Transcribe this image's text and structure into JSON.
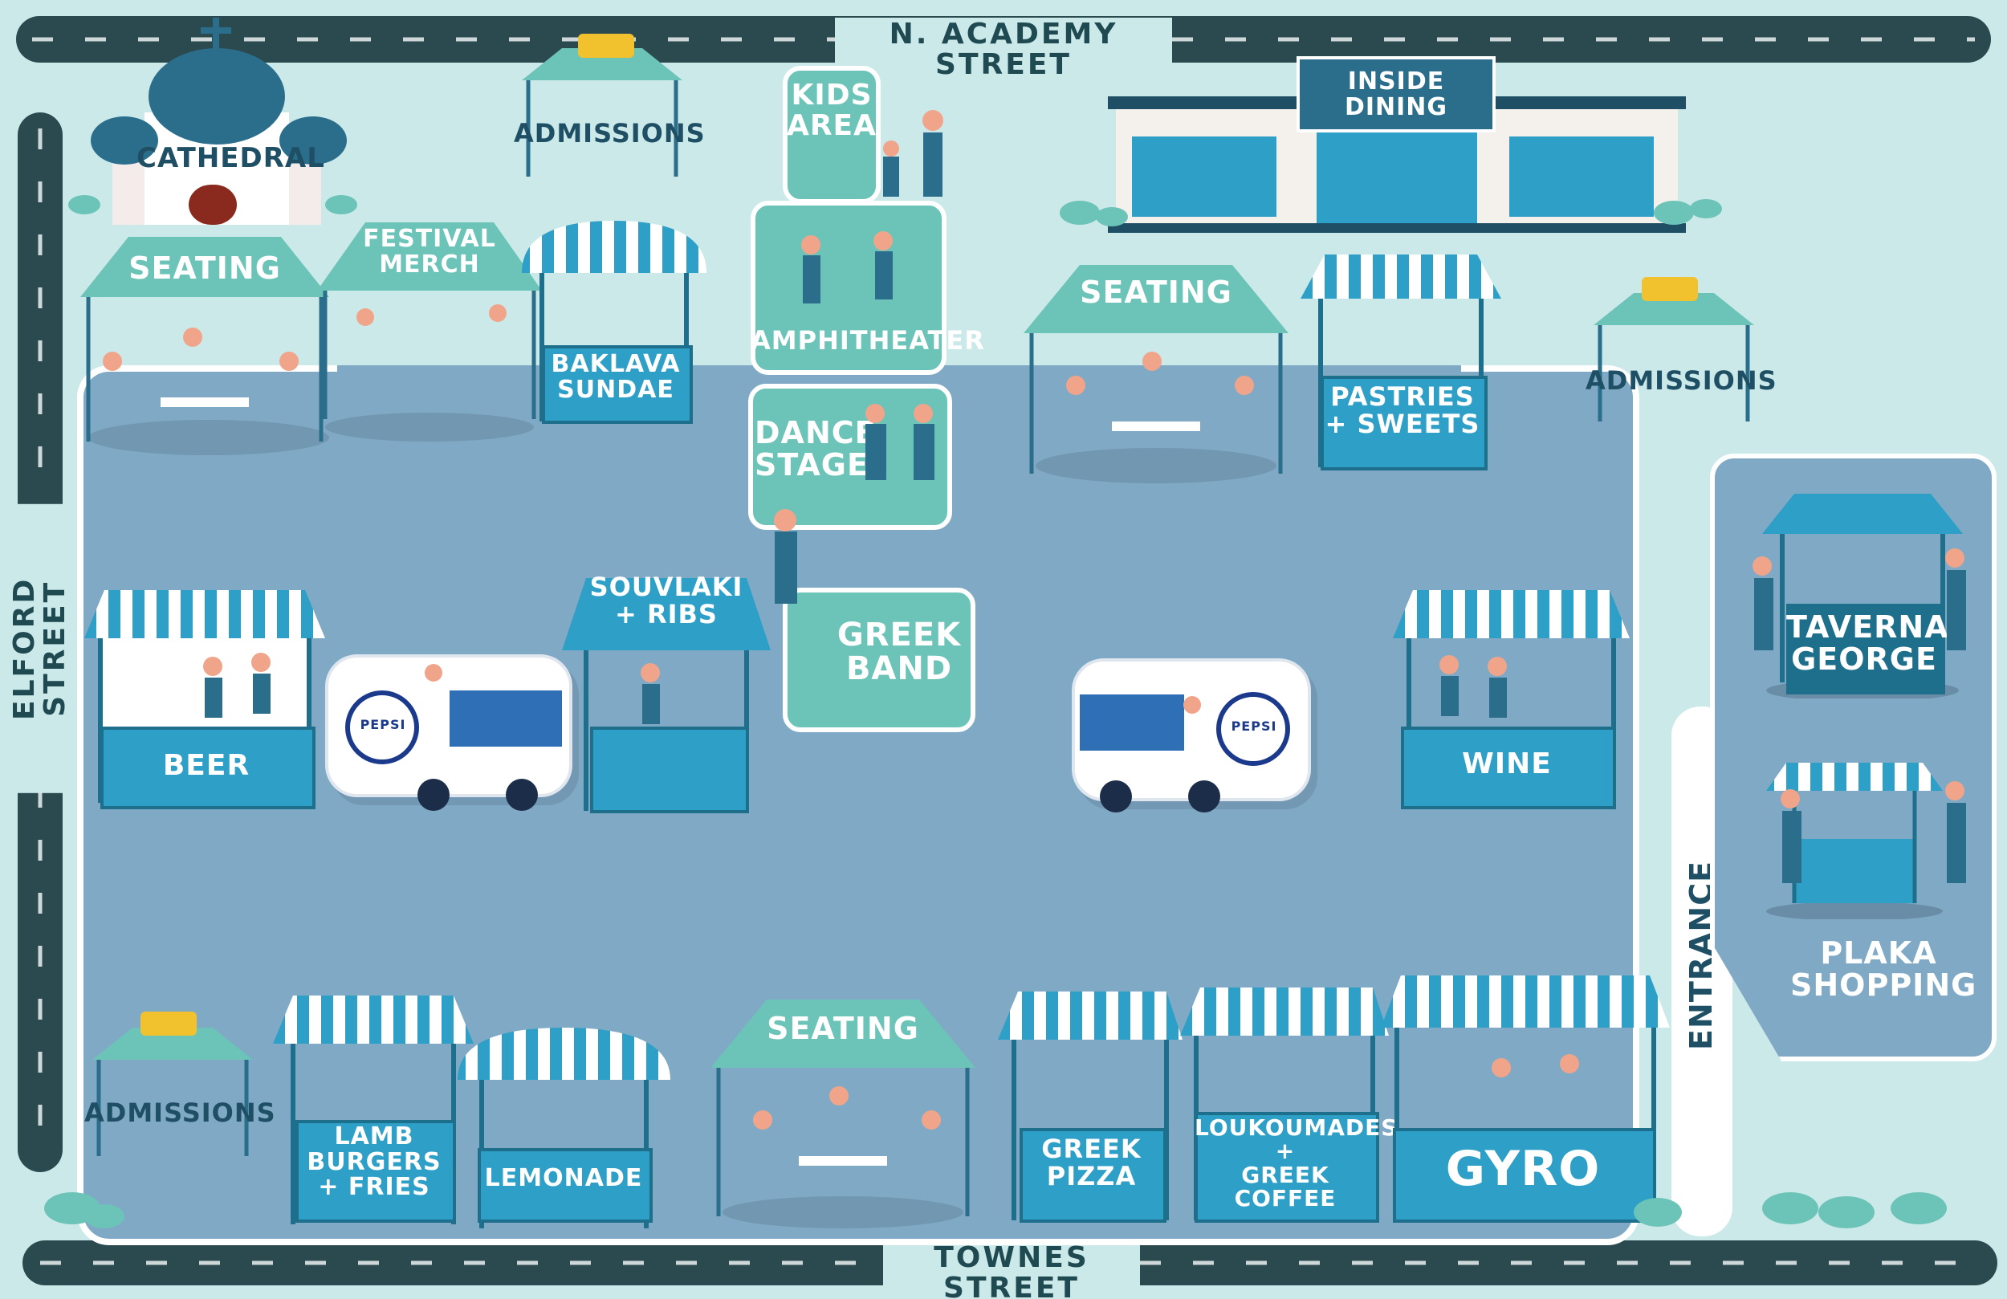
{
  "streets": {
    "north": "N. ACADEMY STREET",
    "west": "ELFORD STREET",
    "south": "TOWNES STREET"
  },
  "landmarks": {
    "cathedral": "CATHEDRAL",
    "inside_dining": "INSIDE DINING",
    "kids_area": "KIDS\nAREA",
    "amphitheater": "AMPHITHEATER",
    "dance_stage": "DANCE\nSTAGE",
    "greek_band": "GREEK\nBAND",
    "entrance": "ENTRANCE",
    "plaka_shopping": "PLAKA\nSHOPPING"
  },
  "admissions": {
    "north": "ADMISSIONS",
    "east": "ADMISSIONS",
    "southwest": "ADMISSIONS"
  },
  "seating": {
    "northwest": "SEATING",
    "northcenter": "SEATING",
    "south": "SEATING"
  },
  "booths": {
    "festival_merch": "FESTIVAL\nMERCH",
    "baklava_sundae": "BAKLAVA\nSUNDAE",
    "pastries_sweets": "PASTRIES\n+ SWEETS",
    "beer": "BEER",
    "souvlaki_ribs": "SOUVLAKI\n+ RIBS",
    "wine": "WINE",
    "taverna_george": "TAVERNA\nGEORGE",
    "lamb_burgers": "LAMB\nBURGERS\n+ FRIES",
    "lemonade": "LEMONADE",
    "greek_pizza": "GREEK\nPIZZA",
    "loukoumades": "LOUKOUMADES\n+\nGREEK COFFEE",
    "gyro": "GYRO"
  },
  "trucks": {
    "left_logo": "PEPSI",
    "right_logo": "PEPSI"
  },
  "colors": {
    "background": "#cce9ea",
    "plaza": "#7fa9c5",
    "road": "#2b4a50",
    "booth_blue": "#2e9fc6",
    "teal_sign": "#6cc3b8",
    "ticket_gold": "#f2c12e"
  }
}
